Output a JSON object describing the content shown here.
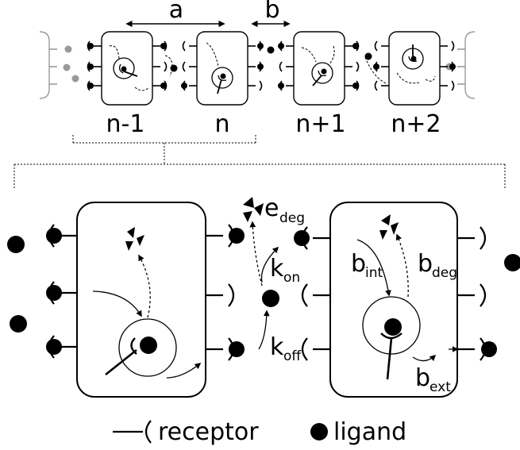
{
  "top_labels": {
    "spacing_a": "a",
    "spacing_b": "b",
    "cells": [
      "n-1",
      "n",
      "n+1",
      "n+2"
    ]
  },
  "rates": {
    "e_deg": {
      "main": "e",
      "sub": "deg"
    },
    "k_on": {
      "main": "k",
      "sub": "on"
    },
    "k_off": {
      "main": "k",
      "sub": "off"
    },
    "b_int": {
      "main": "b",
      "sub": "int"
    },
    "b_deg": {
      "main": "b",
      "sub": "deg"
    },
    "b_ext": {
      "main": "b",
      "sub": "ext"
    }
  },
  "legend": {
    "receptor": "receptor",
    "ligand": "ligand"
  },
  "colors": {
    "ink": "#000000",
    "faded": "#9a9a9a"
  }
}
